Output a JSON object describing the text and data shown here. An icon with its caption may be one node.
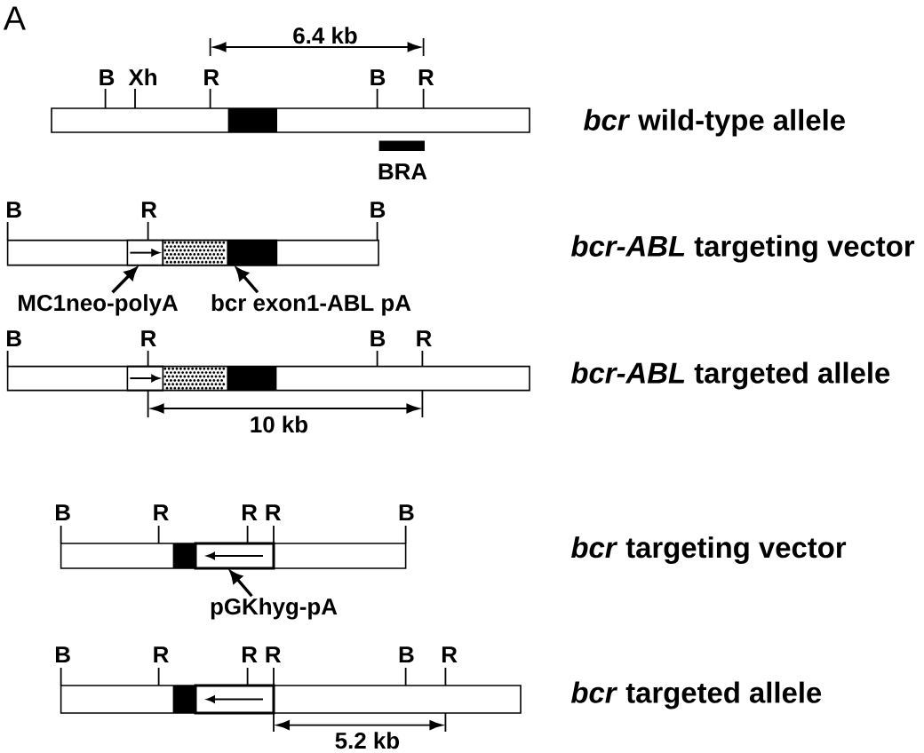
{
  "diagram": {
    "nodes": [
      {
        "text": [],
        "shape": "bar",
        "beside": [
          "B",
          "Xh",
          "R",
          "B",
          "R",
          "*bcr* wild-type allele"
        ]
      },
      {
        "text": [],
        "shape": "bar",
        "beside": [
          "B",
          "B"
        ]
      },
      {
        "text": [],
        "shape": "box",
        "in": 1,
        "beside": [
          "R"
        ]
      },
      {
        "text": [],
        "shape": "box",
        "in": 1
      },
      {
        "text": [
          "MC1neo-polyA"
        ]
      },
      {
        "text": [
          "bcr exon1-ABL pA"
        ]
      },
      {
        "text": [],
        "shape": "bar",
        "beside": [
          "B",
          "R",
          "B",
          "R",
          "*bcr-ABL* targeted allele"
        ]
      },
      {
        "text": [],
        "shape": "bar",
        "beside": [
          "B",
          "R",
          "B"
        ]
      },
      {
        "text": [],
        "shape": "box",
        "in": 7,
        "beside": [
          "R",
          "R"
        ]
      },
      {
        "text": [
          "pGKhyg-pA"
        ]
      },
      {
        "text": [],
        "shape": "bar",
        "beside": [
          "B",
          "R",
          "R",
          "R",
          "B",
          "R",
          "*bcr* targeted allele"
        ]
      }
    ],
    "edges": [
      {
        "from": 4,
        "to": 2,
        "arrow": "to"
      },
      {
        "from": 5,
        "to": 3,
        "arrow": "to"
      },
      {
        "from": 9,
        "to": 8,
        "arrow": "to"
      }
    ],
    "labels": [
      "A",
      "6.4 kb",
      "BRA",
      "*bcr-ABL* targeting vector",
      "10 kb",
      "*bcr* targeting vector",
      "5.2 kb"
    ]
  }
}
